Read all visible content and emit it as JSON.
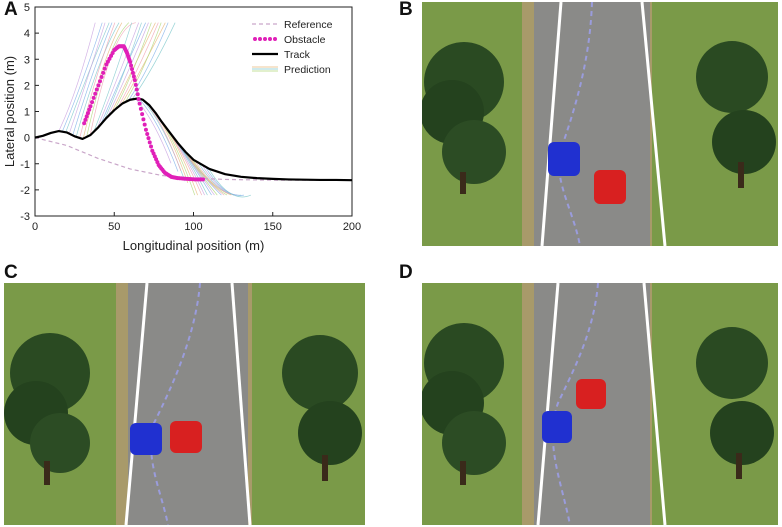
{
  "panels": {
    "a": "A",
    "b": "B",
    "c": "C",
    "d": "D"
  },
  "chart_data": {
    "type": "line",
    "xlabel": "Longitudinal position (m)",
    "ylabel": "Lateral position (m)",
    "xlim": [
      0,
      200
    ],
    "ylim": [
      -3,
      5
    ],
    "xticks": [
      0,
      50,
      100,
      150,
      200
    ],
    "yticks": [
      -3,
      -2,
      -1,
      0,
      1,
      2,
      3,
      4,
      5
    ],
    "grid": false,
    "legend_position": "top-right",
    "legend": [
      {
        "name": "Reference",
        "color": "#c9a6c9",
        "style": "dashed"
      },
      {
        "name": "Obstacle",
        "color": "#e020b8",
        "style": "dots"
      },
      {
        "name": "Track",
        "color": "#000000",
        "style": "solid"
      },
      {
        "name": "Prediction",
        "color": "#6cc0c8",
        "style": "thin"
      }
    ],
    "series": [
      {
        "name": "Reference",
        "x": [
          0,
          20,
          40,
          60,
          80,
          100,
          120,
          140,
          160,
          180,
          200
        ],
        "y": [
          0,
          -0.3,
          -0.8,
          -1.2,
          -1.45,
          -1.55,
          -1.6,
          -1.62,
          -1.63,
          -1.63,
          -1.63
        ]
      },
      {
        "name": "Obstacle",
        "x": [
          31,
          35,
          40,
          45,
          50,
          53,
          56,
          58,
          60,
          63,
          66,
          70,
          74,
          78,
          82,
          86,
          90,
          96,
          102,
          107
        ],
        "y": [
          0.55,
          1.2,
          2.0,
          2.8,
          3.35,
          3.5,
          3.5,
          3.25,
          2.9,
          2.2,
          1.3,
          0.3,
          -0.5,
          -1.05,
          -1.35,
          -1.5,
          -1.55,
          -1.58,
          -1.6,
          -1.6
        ]
      },
      {
        "name": "Track",
        "x": [
          0,
          5,
          10,
          15,
          20,
          25,
          30,
          35,
          40,
          45,
          50,
          55,
          60,
          65,
          68,
          72,
          76,
          80,
          85,
          90,
          95,
          100,
          110,
          120,
          130,
          140,
          150,
          160,
          170,
          180,
          190,
          200
        ],
        "y": [
          0,
          0.07,
          0.18,
          0.25,
          0.2,
          0.05,
          -0.05,
          0.1,
          0.4,
          0.75,
          1.05,
          1.3,
          1.45,
          1.5,
          1.45,
          1.25,
          0.95,
          0.6,
          0.2,
          -0.2,
          -0.55,
          -0.85,
          -1.2,
          -1.4,
          -1.5,
          -1.55,
          -1.58,
          -1.6,
          -1.61,
          -1.62,
          -1.62,
          -1.63
        ]
      }
    ]
  }
}
